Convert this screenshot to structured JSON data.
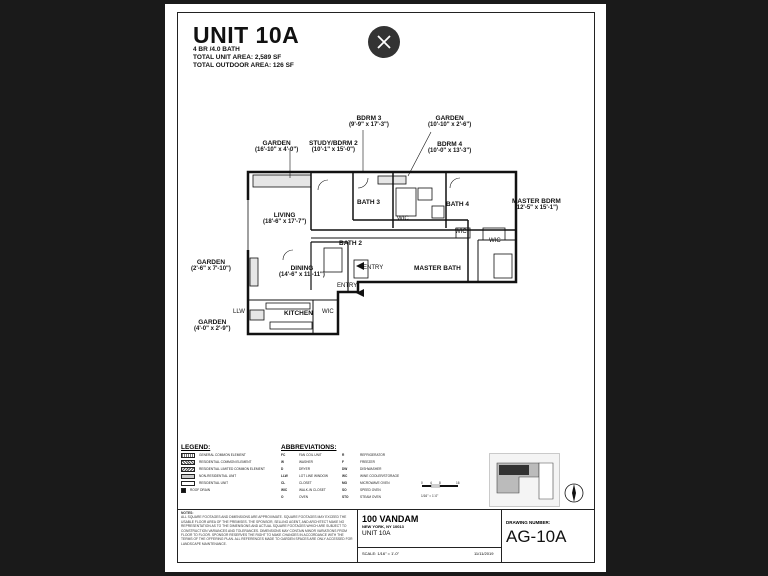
{
  "unit": {
    "title": "UNIT 10A",
    "beds_baths": "4 BR /4.0 BATH",
    "total_area": "TOTAL UNIT AREA: 2,589 SF",
    "outdoor_area": "TOTAL OUTDOOR AREA: 126 SF"
  },
  "rooms": {
    "garden_top_left": {
      "name": "GARDEN",
      "dims": "(16'-10\" x 4'-0\")"
    },
    "study": {
      "name": "STUDY/BDRM 2",
      "dims": "(10'-1\" x 15'-0\")"
    },
    "bdrm3": {
      "name": "BDRM 3",
      "dims": "(9'-9\" x 17'-3\")"
    },
    "garden_top_right": {
      "name": "GARDEN",
      "dims": "(10'-10\" x 2'-6\")"
    },
    "bdrm4": {
      "name": "BDRM 4",
      "dims": "(10'-0\" x 13'-3\")"
    },
    "master_bdrm": {
      "name": "MASTER BDRM",
      "dims": "(12'-5\" x 15'-1\")"
    },
    "living": {
      "name": "LIVING",
      "dims": "(18'-6\" x 17'-7\")"
    },
    "garden_left": {
      "name": "GARDEN",
      "dims": "(2'-6\" x 7'-10\")"
    },
    "dining": {
      "name": "DINING",
      "dims": "(14'-6\" x 11'-11\")"
    },
    "garden_bottom_left": {
      "name": "GARDEN",
      "dims": "(4'-0\" x 2'-9\")"
    },
    "bath3": "BATH 3",
    "bath4": "BATH 4",
    "bath2": "BATH 2",
    "master_bath": "MASTER BATH",
    "kitchen": "KITCHEN",
    "entry": "ENTRY",
    "entry2": "ENTRY",
    "llw": "LLW",
    "wic1": "WIC",
    "wic2": "WIC",
    "wic3": "WIC",
    "wic4": "WIC"
  },
  "legend": {
    "title": "LEGEND:",
    "items": [
      "GENERAL COMMON ELEMENT",
      "RESIDENTIAL COMMON ELEMENT",
      "RESIDENTIAL LIMITED COMMON ELEMENT",
      "NON-RESIDENTIAL UNIT",
      "RESIDENTIAL UNIT",
      "ROOF DRAIN"
    ]
  },
  "abbreviations": {
    "title": "ABBREVIATIONS:",
    "left": [
      {
        "code": "FC",
        "text": "FAN COIL UNIT"
      },
      {
        "code": "W",
        "text": "WASHER"
      },
      {
        "code": "D",
        "text": "DRYER"
      },
      {
        "code": "LLW",
        "text": "LOT LINE WINDOW"
      },
      {
        "code": "CL",
        "text": "CLOSET"
      },
      {
        "code": "WIC",
        "text": "WALK-IN CLOSET"
      },
      {
        "code": "O",
        "text": "OVEN"
      }
    ],
    "right": [
      {
        "code": "R",
        "text": "REFRIGERATOR"
      },
      {
        "code": "F",
        "text": "FREEZER"
      },
      {
        "code": "DW",
        "text": "DISHWASHER"
      },
      {
        "code": "WC",
        "text": "WINE COOLER/STORAGE"
      },
      {
        "code": "MO",
        "text": "MICROWAVE OVEN"
      },
      {
        "code": "SO",
        "text": "SPEED OVEN"
      },
      {
        "code": "STO",
        "text": "STEAM OVEN"
      }
    ]
  },
  "scale_bar": {
    "ticks": [
      "0",
      "4",
      "8",
      "16"
    ],
    "caption": "1/16\" = 1'-0\""
  },
  "notes": {
    "heading": "NOTES:",
    "text": "ALL SQUARE FOOTAGES AND DIMENSIONS ARE APPROXIMATE. SQUARE FOOTAGES MAY EXCEED THE USABLE FLOOR AREA OF THE PREMISES. THE SPONSOR, SELLING AGENT, AND ARCHITECT MAKE NO REPRESENTATION AS TO THE DIMENSIONS AND ACTUAL SQUARE FOOTAGES WHICH ARE SUBJECT TO CONSTRUCTION VARIANCES AND TOLERANCES. DIMENSIONS MAY CONTAIN MINOR VARIATIONS FROM FLOOR TO FLOOR. SPONSOR RESERVES THE RIGHT TO MAKE CHANGES IN ACCORDANCE WITH THE TERMS OF THE OFFERING PLAN. ALL REFERENCES MADE TO GARDEN SPACES ARE ONLY ACCESSED FOR LANDSCAPE MAINTENANCE."
  },
  "title_block": {
    "building": "100 VANDAM",
    "address": "NEW YORK, NY 10013",
    "unit": "UNIT 10A",
    "scale": "SCALE:    1/16\" = 1'-0\"",
    "date": "11/11/2019",
    "drawing_label": "DRAWING NUMBER:",
    "drawing_number": "AG-10A"
  },
  "colors": {
    "background": "#1a1a1a",
    "sheet": "#ffffff",
    "ink": "#111111"
  }
}
